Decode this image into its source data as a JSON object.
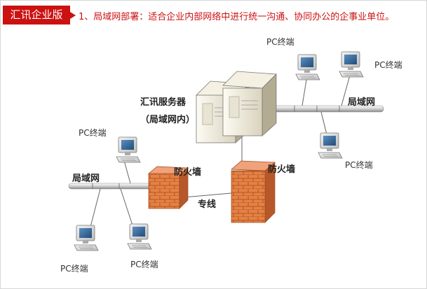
{
  "header": {
    "badge": "汇讯企业版",
    "title": "1、局域网部署：适合企业内部网络中进行统一沟通、协同办公的企事业单位。"
  },
  "diagram": {
    "server": {
      "line1": "汇讯服务器",
      "line2": "（局域网内）"
    },
    "lan_left": "局域网",
    "lan_right": "局域网",
    "firewall_left": "防火墙",
    "firewall_right": "防火墙",
    "dedicated_line": "专线",
    "pc_label": "PC终端",
    "colors": {
      "badge": "#cc1111",
      "firewall": "#e07a3e",
      "line": "#666666"
    }
  }
}
